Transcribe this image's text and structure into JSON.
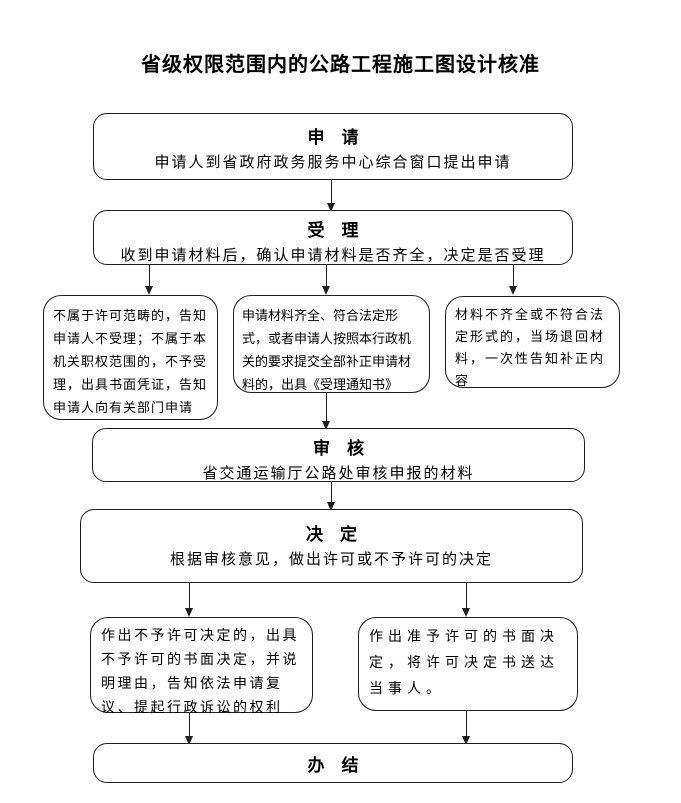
{
  "title": "省级权限范围内的公路工程施工图设计核准",
  "nodes": {
    "apply": {
      "heading": "申　请",
      "body": "申请人到省政府政务服务中心综合窗口提出申请"
    },
    "accept": {
      "heading": "受　理",
      "body": "收到申请材料后，确认申请材料是否齐全，决定是否受理"
    },
    "branch_reject": {
      "body": "不属于许可范畴的，告知申请人不受理；不属于本机关职权范围的，不予受理，出具书面凭证，告知申请人向有关部门申请"
    },
    "branch_ok": {
      "body": "申请材料齐全、符合法定形式，或者申请人按照本行政机关的要求提交全部补正申请材料的，出具《受理通知书》"
    },
    "branch_return": {
      "body": "材料不齐全或不符合法定形式的，当场退回材料，一次性告知补正内容"
    },
    "review": {
      "heading": "审　核",
      "body": "省交通运输厅公路处审核申报的材料"
    },
    "decision": {
      "heading": "决　定",
      "body": "根据审核意见，做出许可或不予许可的决定"
    },
    "deny": {
      "body": "作出不予许可决定的，出具不予许可的书面决定，并说明理由，告知依法申请复议、提起行政诉讼的权利"
    },
    "grant": {
      "body": "作出准予许可的书面决定，将许可决定书送达当事人。"
    },
    "finish": {
      "heading": "办　结"
    }
  },
  "colors": {
    "border": "#1f1f1f",
    "text": "#000000",
    "background": "#ffffff"
  }
}
